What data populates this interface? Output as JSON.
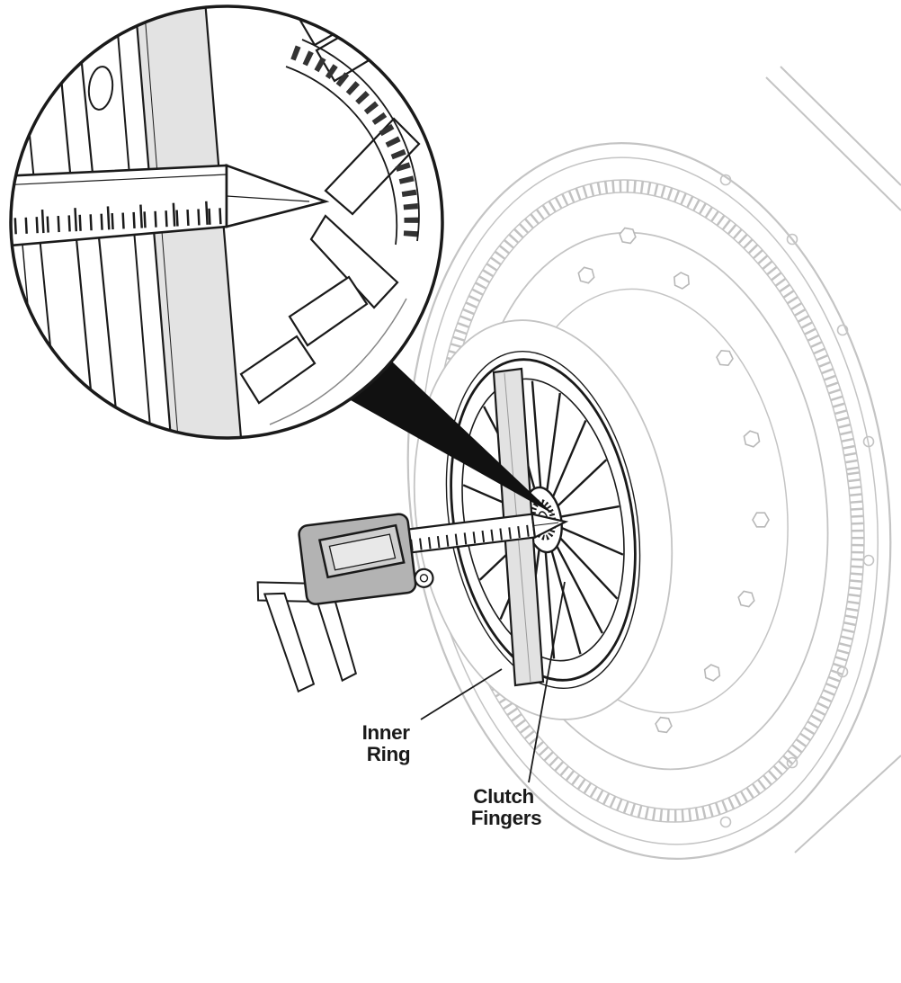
{
  "figure": {
    "type": "technical-illustration",
    "subject": "clutch-pressure-plate-finger-height-measurement-with-caliper",
    "labels": {
      "inner_ring": {
        "line1": "Inner",
        "line2": "Ring"
      },
      "clutch_fingers": {
        "line1": "Clutch",
        "line2": "Fingers"
      }
    },
    "colors": {
      "ink": "#1a1a1a",
      "light_line": "#c4c4c4",
      "finger_strip_fill": "#e2e2e2",
      "zoom_finger_fill": "#e3e3e3",
      "caliper_body_fill": "#b3b3b3",
      "caliper_display_fill": "#cfcfcf",
      "pointer_fill": "#111111",
      "background": "#ffffff"
    }
  }
}
